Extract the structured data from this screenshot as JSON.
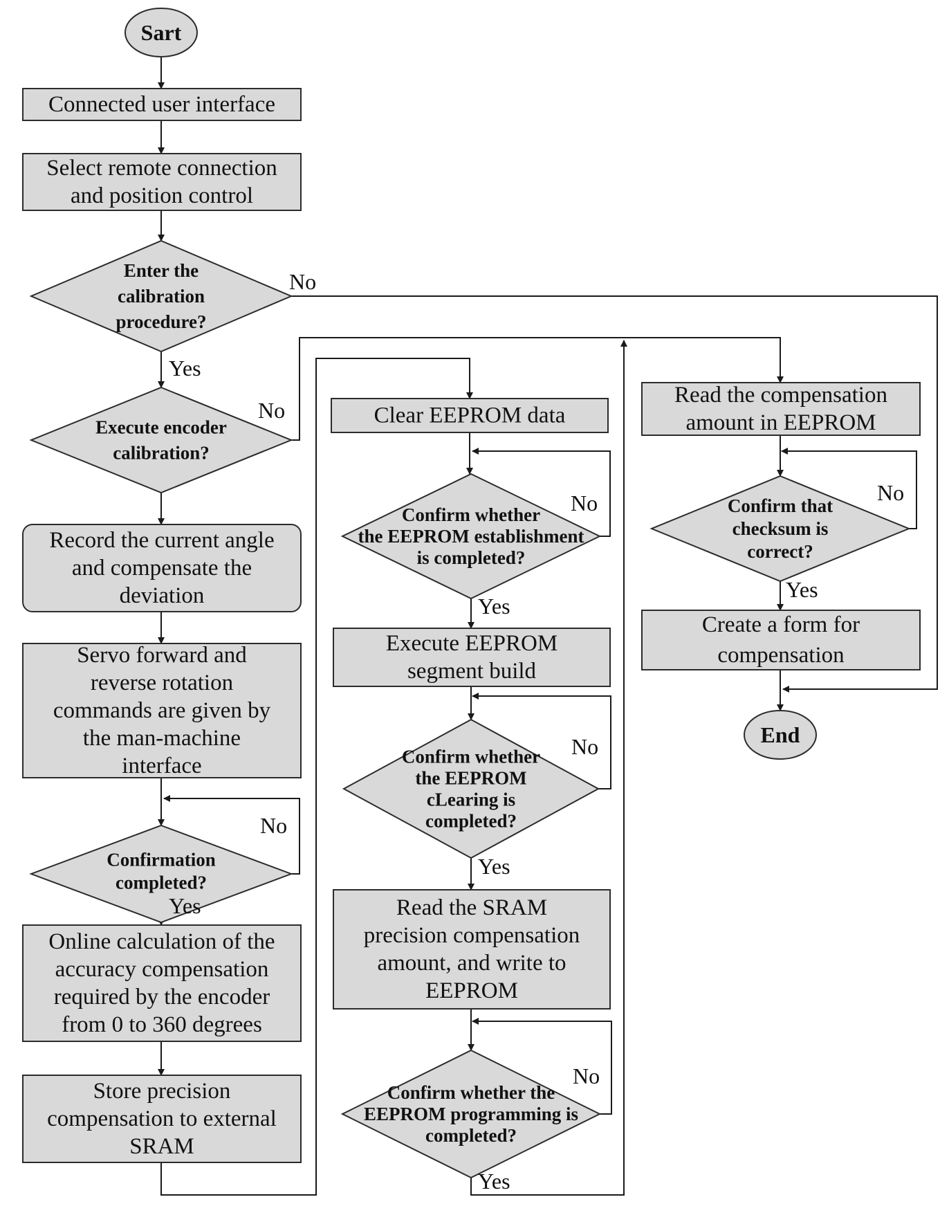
{
  "flowchart": {
    "start": "Sart",
    "end": "End",
    "steps": {
      "connected_ui": [
        "Connected user interface"
      ],
      "select_remote": [
        "Select remote connection",
        "and position control"
      ],
      "record_angle": [
        "Record the current angle",
        "and compensate the",
        "deviation"
      ],
      "servo_commands": [
        "Servo forward and",
        "reverse rotation",
        "commands are given by",
        "the man-machine",
        "interface"
      ],
      "online_calc": [
        "Online calculation of the",
        "accuracy compensation",
        "required by the encoder",
        "from 0 to 360 degrees"
      ],
      "store_sram": [
        "Store precision",
        "compensation to external",
        "SRAM"
      ],
      "clear_eeprom": [
        "Clear EEPROM data"
      ],
      "segment_build": [
        "Execute EEPROM",
        "segment build"
      ],
      "read_sram_write": [
        "Read the SRAM",
        "precision compensation",
        "amount, and write to",
        "EEPROM"
      ],
      "read_compensation": [
        "Read the compensation",
        "amount in EEPROM"
      ],
      "create_form": [
        "Create a form for",
        "compensation"
      ]
    },
    "decisions": {
      "enter_calibration": [
        "Enter the",
        "calibration",
        "procedure?"
      ],
      "execute_encoder": [
        "Execute encoder",
        "calibration?"
      ],
      "confirmation_completed": [
        "Confirmation",
        "completed?"
      ],
      "eeprom_establishment": [
        "Confirm whether",
        "the EEPROM establishment",
        "is completed?"
      ],
      "eeprom_clearing": [
        "Confirm whether",
        "the EEPROM",
        "cLearing is",
        "completed?"
      ],
      "eeprom_programming": [
        "Confirm whether the",
        "EEPROM programming is",
        "completed?"
      ],
      "checksum": [
        "Confirm that",
        "checksum is",
        "correct?"
      ]
    },
    "labels": {
      "yes": "Yes",
      "no": "No"
    }
  }
}
